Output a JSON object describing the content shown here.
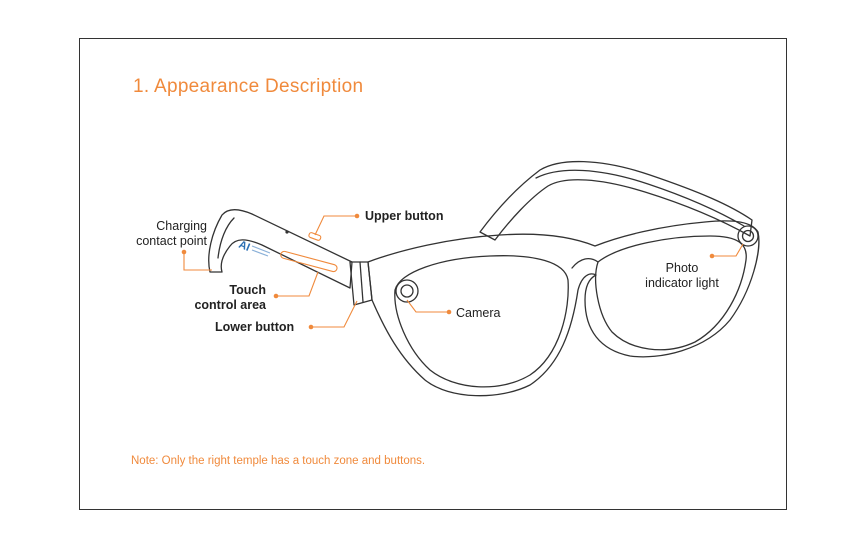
{
  "title": "1. Appearance Description",
  "labels": {
    "charging_line1": "Charging",
    "charging_line2": "contact point",
    "upper_button": "Upper button",
    "touch_line1": "Touch",
    "touch_line2": "control area",
    "lower_button": "Lower button",
    "camera": "Camera",
    "photo_line1": "Photo",
    "photo_line2": "indicator light"
  },
  "temple_logo": "AI",
  "note": "Note: Only the right temple has a touch zone and buttons.",
  "colors": {
    "accent": "#f08a3c",
    "line": "#333333",
    "text": "#222222"
  }
}
